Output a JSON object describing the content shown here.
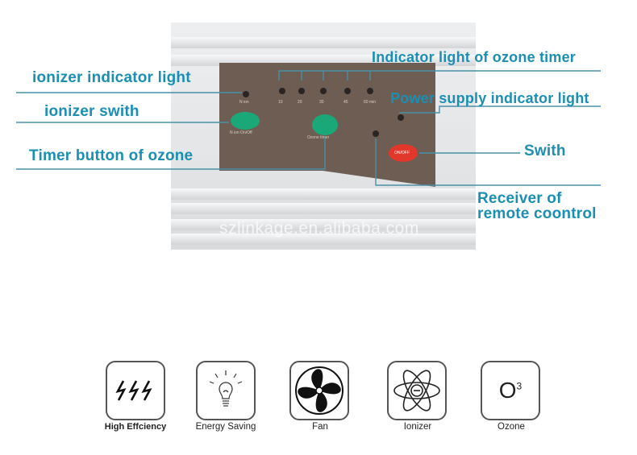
{
  "watermark": "szlinkage.en.alibaba.com",
  "panel": {
    "timer_marks": [
      "10",
      "20",
      "30",
      "45",
      "60 min"
    ],
    "n_ion_label": "N ion",
    "n_ion_onoff_label": "N ion On/Off",
    "ozone_timer_label": "Ozone timer",
    "onoff_button_label": "ON/OFF"
  },
  "callouts": {
    "ozone_timer_light": "Indicator light of ozone timer",
    "ionizer_light": "ionizer indicator light",
    "power_light": "Power supply indicator light",
    "ionizer_switch": "ionizer  swith",
    "timer_button": "Timer button of ozone",
    "switch": "Swith",
    "receiver_line1": "Receiver of",
    "receiver_line2": "remote coontrol"
  },
  "features": [
    {
      "label": "High Effciency",
      "icon": "lightning-icon"
    },
    {
      "label": "Energy Saving",
      "icon": "light-bulb-icon"
    },
    {
      "label": "Fan",
      "icon": "fan-icon"
    },
    {
      "label": "Ionizer",
      "icon": "atom-icon"
    },
    {
      "label": "Ozone",
      "icon": "ozone-icon",
      "glyph": "O",
      "superscript": "3"
    }
  ],
  "colors": {
    "callout_text": "#1b8fb3",
    "panel": "#6b5a50",
    "ion_button": "#1aa879",
    "power_button": "#e23a2e"
  }
}
